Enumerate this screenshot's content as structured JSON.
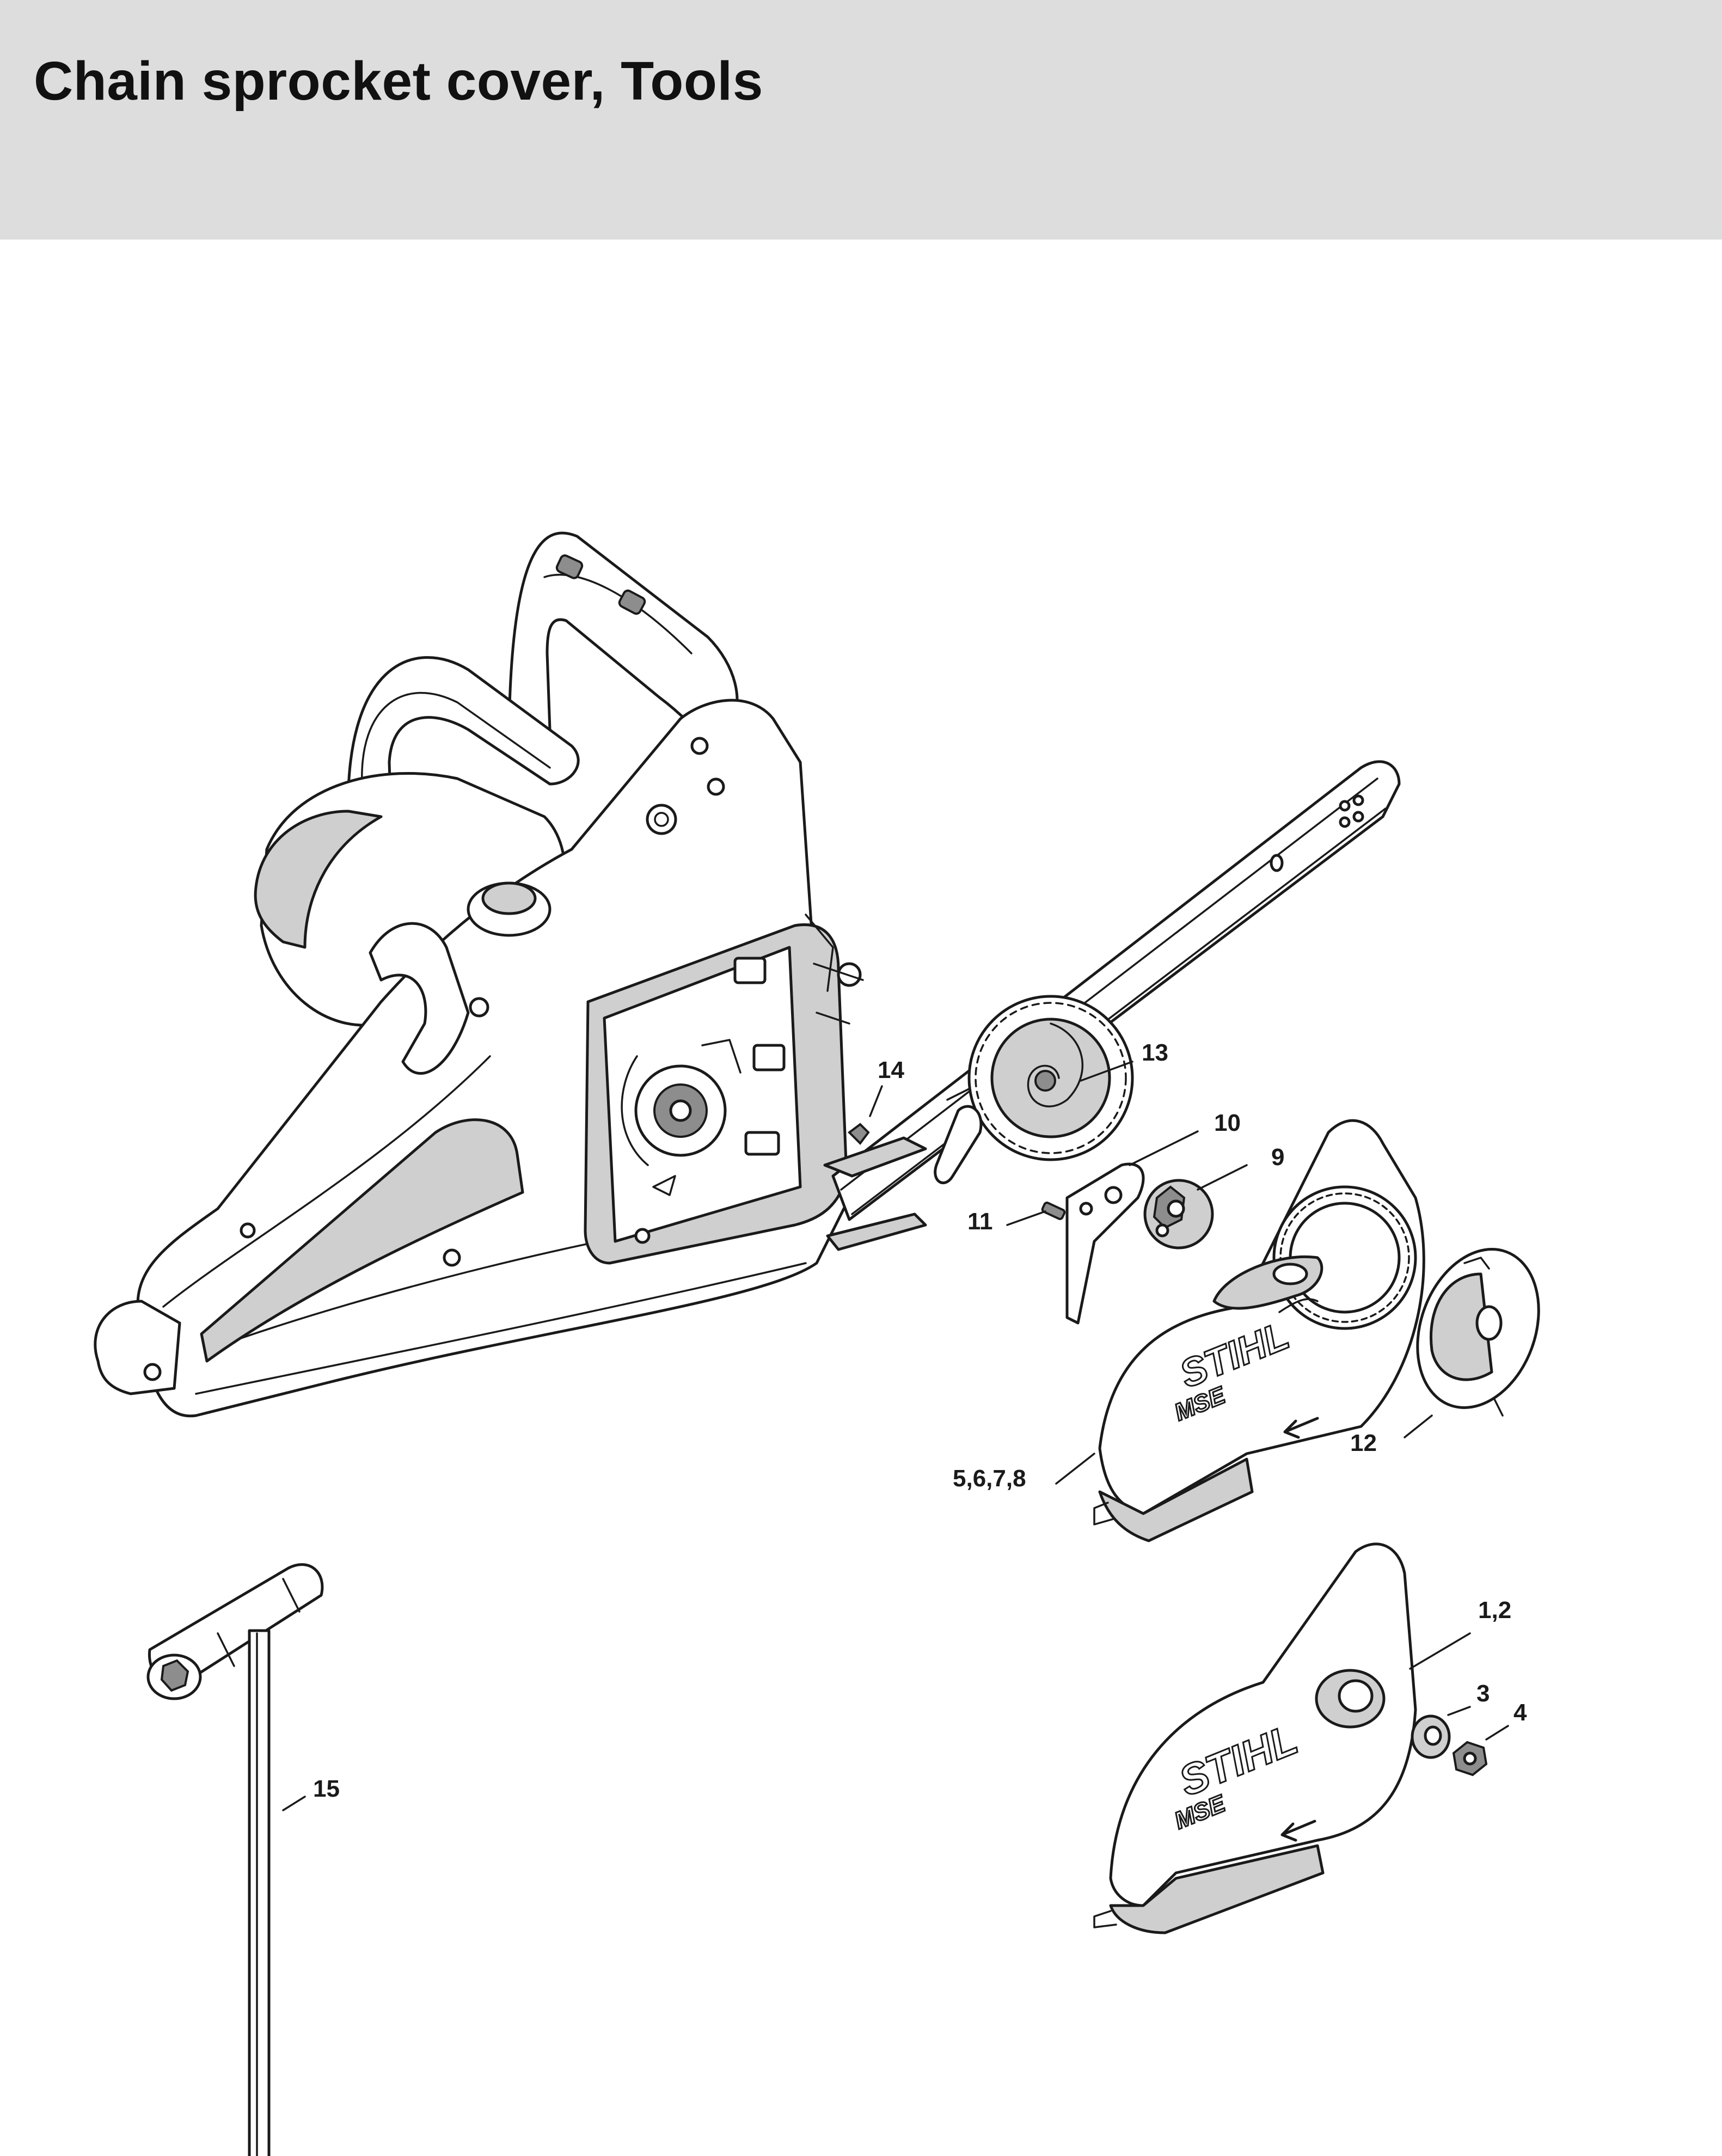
{
  "header": {
    "title": "Chain sprocket cover, Tools",
    "background_color": "#dcdddc"
  },
  "brand": {
    "logo_text": "STIHL",
    "model_text": "MSE"
  },
  "callouts": [
    {
      "id": "c14",
      "label": "14"
    },
    {
      "id": "c13",
      "label": "13"
    },
    {
      "id": "c10",
      "label": "10"
    },
    {
      "id": "c9",
      "label": "9"
    },
    {
      "id": "c11",
      "label": "11"
    },
    {
      "id": "c5678",
      "label": "5,6,7,8"
    },
    {
      "id": "c12",
      "label": "12"
    },
    {
      "id": "c12b",
      "label": "1,2"
    },
    {
      "id": "c3",
      "label": "3"
    },
    {
      "id": "c4",
      "label": "4"
    },
    {
      "id": "c15",
      "label": "15"
    }
  ]
}
